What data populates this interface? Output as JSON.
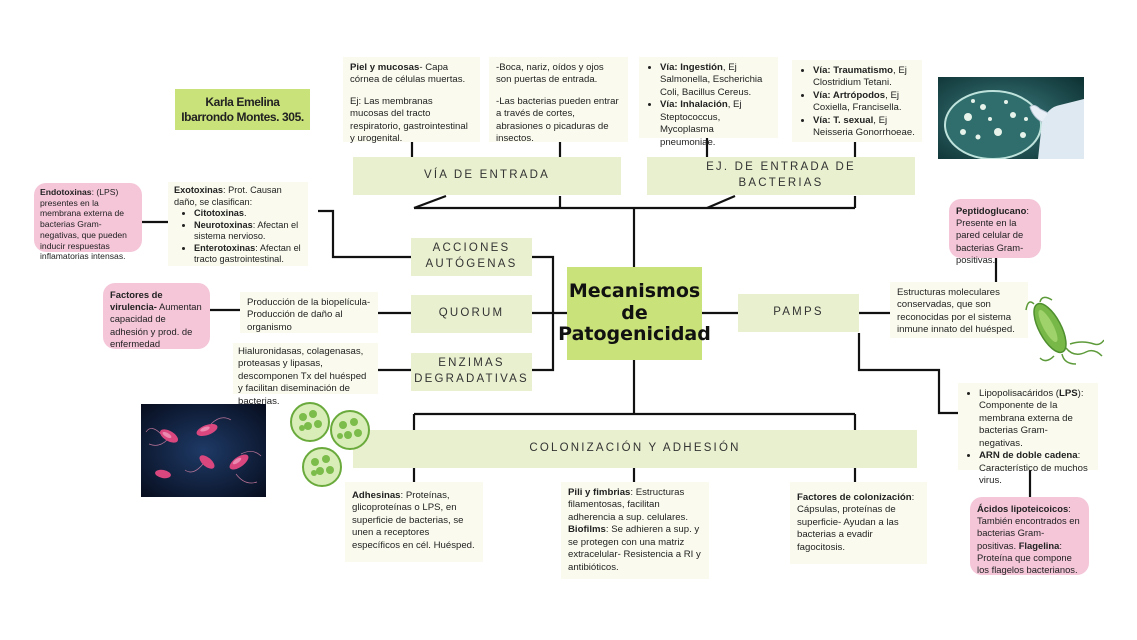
{
  "author": {
    "line1": "Karla Emelina",
    "line2": "Ibarrondo Montes. 305."
  },
  "center": {
    "line1": "Mecanismos",
    "line2": "de",
    "line3": "Patogenicidad"
  },
  "categories": {
    "via_entrada": "VÍA DE ENTRADA",
    "ej_entrada_1": "EJ. DE ENTRADA DE",
    "ej_entrada_2": "BACTERIAS",
    "acciones_1": "ACCIONES",
    "acciones_2": "AUTÓGENAS",
    "quorum": "QUORUM",
    "enzimas_1": "ENZIMAS",
    "enzimas_2": "DEGRADATIVAS",
    "pamps": "PAMPS",
    "colonizacion": "COLONIZACIÓN Y ADHESIÓN"
  },
  "piel": {
    "b": "Piel y mucosas",
    "t": "- Capa córnea de células muertas.",
    "t2": "Ej: Las membranas mucosas del tracto respiratorio, gastrointestinal y urogenital."
  },
  "boca": {
    "t1": "-Boca, nariz, oídos y ojos son puertas de entrada.",
    "t2": "-Las bacterias pueden entrar a través de cortes, abrasiones o picaduras de insectos."
  },
  "vias1": [
    {
      "b": "Vía: Ingestión",
      "t": ", Ej Salmonella, Escherichia Coli, Bacillus Cereus."
    },
    {
      "b": "Vía: Inhalación",
      "t": ", Ej Steptococcus, Mycoplasma pneumoniae."
    }
  ],
  "vias2": [
    {
      "b": "Vía: Traumatismo",
      "t": ", Ej Clostridium Tetani."
    },
    {
      "b": "Vía: Artrópodos",
      "t": ", Ej Coxiella, Francisella."
    },
    {
      "b": "Vía: T. sexual",
      "t": ", Ej Neisseria Gonorrhoeae."
    }
  ],
  "endotoxinas": {
    "b": "Endotoxinas",
    "t": ": (LPS) presentes en la membrana externa de bacterias Gram-negativas, que pueden inducir respuestas inflamatorias intensas."
  },
  "exotoxinas": {
    "b": "Exotoxinas",
    "t": ": Prot. Causan daño, se clasifican:",
    "items": [
      {
        "b": "Citotoxinas",
        "t": "."
      },
      {
        "b": "Neurotoxinas",
        "t": ": Afectan el sistema nervioso."
      },
      {
        "b": "Enterotoxinas",
        "t": ": Afectan el tracto gastrointestinal."
      }
    ]
  },
  "factores_virulencia": {
    "b": "Factores de virulencia-",
    "t": " Aumentan capacidad de adhesión y prod. de enfermedad"
  },
  "biopelicula": {
    "l1": "Producción de la biopelícula-",
    "l2": "Producción de daño al organismo"
  },
  "enzimas_note": "Hialuronidasas, colagenasas, proteasas y lipasas, descomponen Tx del huésped y facilitan diseminación de bacterias.",
  "peptidoglucano": {
    "b": "Peptidoglucano",
    "t": ": Presente en la pared celular de bacterias Gram-positivas."
  },
  "estructuras": "Estructuras moleculares conservadas, que son reconocidas por el sistema inmune innato del huésped.",
  "lipopolisacaridos": {
    "items": [
      {
        "t1": "Lipopolisacáridos (",
        "b": "LPS",
        "t2": "): Componente de la membrana externa de bacterias Gram-negativas."
      },
      {
        "t1": "",
        "b": "ARN de doble cadena",
        "t2": ": Característico de muchos virus."
      }
    ]
  },
  "acidos": {
    "b1": "Ácidos lipoteicoicos",
    "t1": ": También encontrados en bacterias Gram-positivas.",
    "b2": "Flagelina",
    "t2": ": Proteína que compone los flagelos bacterianos."
  },
  "adhesinas": {
    "b": "Adhesinas",
    "t": ": Proteínas, glicoproteínas o LPS, en superficie de bacterias, se unen a receptores específicos en cél. Huésped."
  },
  "pili": {
    "b": "Pili y fimbrias",
    "t": ": Estructuras filamentosas, facilitan adherencia a sup. celulares.",
    "b2": "Biofilms",
    "t2": ": Se adhieren a sup. y se protegen con una matriz extracelular- Resistencia a RI y antibióticos."
  },
  "factores_colonizacion": {
    "b": "Factores de colonización",
    "t": ": Cápsulas, proteínas de superficie-  Ayudan a las bacterias a evadir fagocitosis."
  },
  "colors": {
    "lime": "#c9e27a",
    "cream": "#fafbee",
    "pale_green": "#e9f0cf",
    "pink": "#f4c6d8",
    "line": "#111111"
  }
}
